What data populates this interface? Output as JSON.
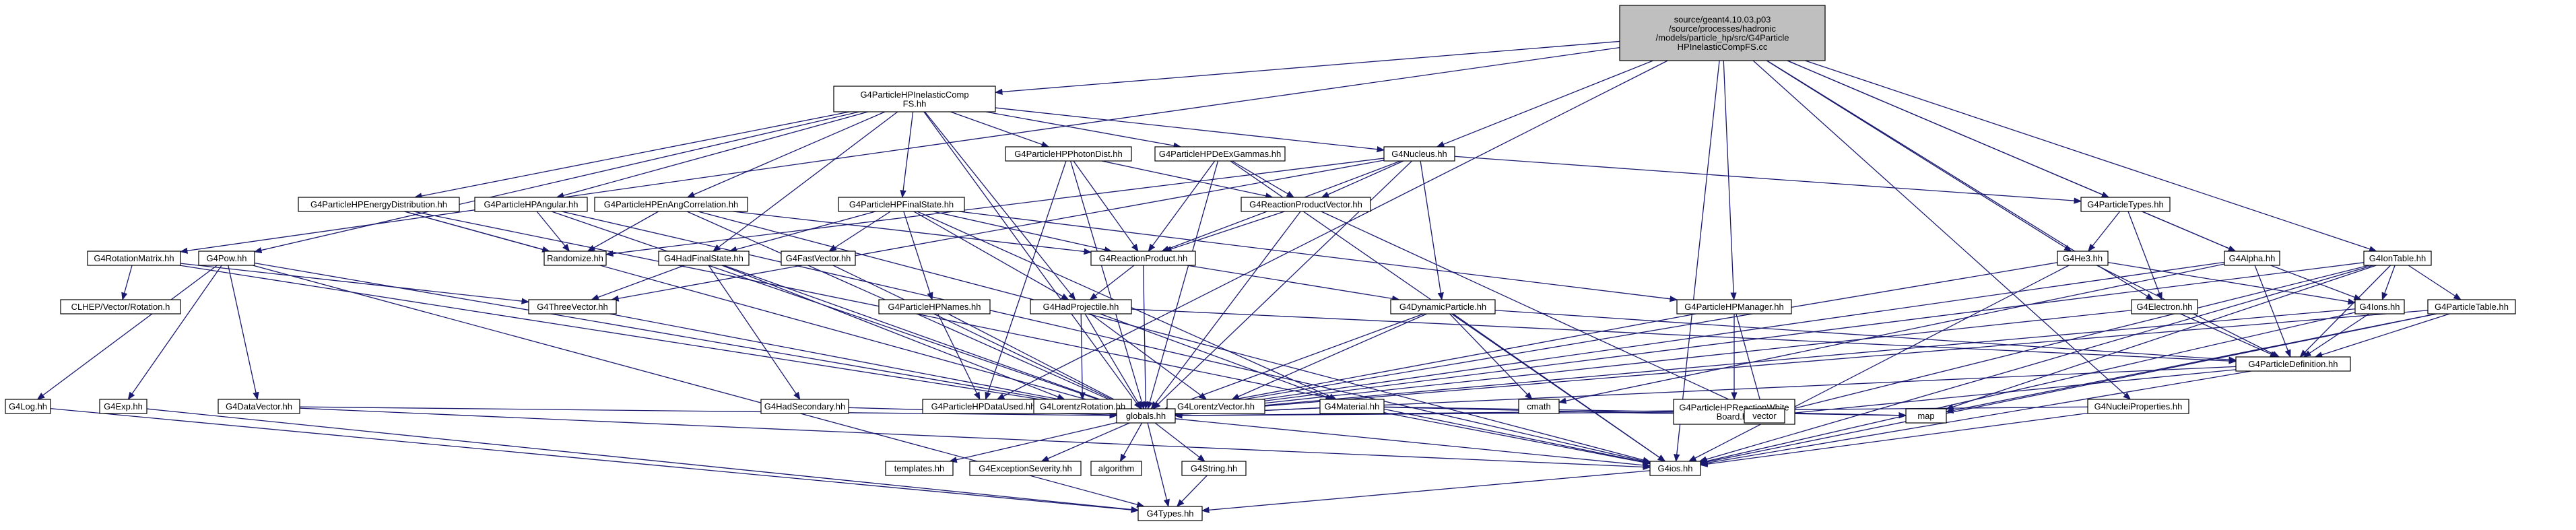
{
  "colors": {
    "background": "#ffffff",
    "root_fill": "#bfbfbf",
    "node_fill": "#ffffff",
    "border_black": "#000000",
    "border_red": "#ff0000",
    "text": "#000000",
    "edge": "#191970"
  },
  "nodes": [
    {
      "id": "root",
      "label": [
        "source/geant4.10.03.p03",
        "/source/processes/hadronic",
        "/models/particle_hp/src/G4Particle",
        "HPInelasticCompFS.cc"
      ],
      "style": "root"
    },
    {
      "id": "comp",
      "label": [
        "G4ParticleHPInelasticComp",
        "FS.hh"
      ],
      "style": "black"
    },
    {
      "id": "pow",
      "label": [
        "G4Pow.hh"
      ],
      "style": "black"
    },
    {
      "id": "rotmat",
      "label": [
        "G4RotationMatrix.hh"
      ],
      "style": "black"
    },
    {
      "id": "clhep",
      "label": [
        "CLHEP/Vector/Rotation.h"
      ],
      "style": "red"
    },
    {
      "id": "log",
      "label": [
        "G4Log.hh"
      ],
      "style": "red"
    },
    {
      "id": "exp",
      "label": [
        "G4Exp.hh"
      ],
      "style": "red"
    },
    {
      "id": "datavec",
      "label": [
        "G4DataVector.hh"
      ],
      "style": "red"
    },
    {
      "id": "energydist",
      "label": [
        "G4ParticleHPEnergyDistribution.hh"
      ],
      "style": "red"
    },
    {
      "id": "angular",
      "label": [
        "G4ParticleHPAngular.hh"
      ],
      "style": "red"
    },
    {
      "id": "enangcorr",
      "label": [
        "G4ParticleHPEnAngCorrelation.hh"
      ],
      "style": "red"
    },
    {
      "id": "randomize",
      "label": [
        "Randomize.hh"
      ],
      "style": "red"
    },
    {
      "id": "photondist",
      "label": [
        "G4ParticleHPPhotonDist.hh"
      ],
      "style": "red"
    },
    {
      "id": "deexg",
      "label": [
        "G4ParticleHPDeExGammas.hh"
      ],
      "style": "red"
    },
    {
      "id": "finalstate",
      "label": [
        "G4ParticleHPFinalState.hh"
      ],
      "style": "red"
    },
    {
      "id": "hadfs",
      "label": [
        "G4HadFinalState.hh"
      ],
      "style": "black"
    },
    {
      "id": "fastvec",
      "label": [
        "G4FastVector.hh"
      ],
      "style": "black"
    },
    {
      "id": "threevec",
      "label": [
        "G4ThreeVector.hh"
      ],
      "style": "red"
    },
    {
      "id": "hadsec",
      "label": [
        "G4HadSecondary.hh"
      ],
      "style": "black"
    },
    {
      "id": "hpnames",
      "label": [
        "G4ParticleHPNames.hh"
      ],
      "style": "red"
    },
    {
      "id": "nucleus",
      "label": [
        "G4Nucleus.hh"
      ],
      "style": "black"
    },
    {
      "id": "reactprodvec",
      "label": [
        "G4ReactionProductVector.hh"
      ],
      "style": "black"
    },
    {
      "id": "reactprod",
      "label": [
        "G4ReactionProduct.hh"
      ],
      "style": "red"
    },
    {
      "id": "hadproj",
      "label": [
        "G4HadProjectile.hh"
      ],
      "style": "black"
    },
    {
      "id": "dataused",
      "label": [
        "G4ParticleHPDataUsed.hh"
      ],
      "style": "black"
    },
    {
      "id": "lorrot",
      "label": [
        "G4LorentzRotation.hh"
      ],
      "style": "red"
    },
    {
      "id": "dynpart",
      "label": [
        "G4DynamicParticle.hh"
      ],
      "style": "red"
    },
    {
      "id": "lorvec",
      "label": [
        "G4LorentzVector.hh"
      ],
      "style": "red"
    },
    {
      "id": "material",
      "label": [
        "G4Material.hh"
      ],
      "style": "red"
    },
    {
      "id": "cmath",
      "label": [
        "cmath"
      ],
      "style": "none"
    },
    {
      "id": "hpmanager",
      "label": [
        "G4ParticleHPManager.hh"
      ],
      "style": "black"
    },
    {
      "id": "reactwhite",
      "label": [
        "G4ParticleHPReactionWhite",
        "Board.hh"
      ],
      "style": "black"
    },
    {
      "id": "ptypes",
      "label": [
        "G4ParticleTypes.hh"
      ],
      "style": "red"
    },
    {
      "id": "he3",
      "label": [
        "G4He3.hh"
      ],
      "style": "black"
    },
    {
      "id": "electron",
      "label": [
        "G4Electron.hh"
      ],
      "style": "black"
    },
    {
      "id": "alpha",
      "label": [
        "G4Alpha.hh"
      ],
      "style": "black"
    },
    {
      "id": "iontable",
      "label": [
        "G4IonTable.hh"
      ],
      "style": "black"
    },
    {
      "id": "ions",
      "label": [
        "G4Ions.hh"
      ],
      "style": "black"
    },
    {
      "id": "ptable",
      "label": [
        "G4ParticleTable.hh"
      ],
      "style": "red"
    },
    {
      "id": "pdef",
      "label": [
        "G4ParticleDefinition.hh"
      ],
      "style": "red"
    },
    {
      "id": "nuclprop",
      "label": [
        "G4NucleiProperties.hh"
      ],
      "style": "black"
    },
    {
      "id": "globals",
      "label": [
        "globals.hh"
      ],
      "style": "black"
    },
    {
      "id": "vector",
      "label": [
        "vector"
      ],
      "style": "none"
    },
    {
      "id": "map",
      "label": [
        "map"
      ],
      "style": "none"
    },
    {
      "id": "templates",
      "label": [
        "templates.hh"
      ],
      "style": "red"
    },
    {
      "id": "excsev",
      "label": [
        "G4ExceptionSeverity.hh"
      ],
      "style": "black"
    },
    {
      "id": "algorithm",
      "label": [
        "algorithm"
      ],
      "style": "none"
    },
    {
      "id": "g4string",
      "label": [
        "G4String.hh"
      ],
      "style": "red"
    },
    {
      "id": "g4ios",
      "label": [
        "G4ios.hh"
      ],
      "style": "red"
    },
    {
      "id": "g4types",
      "label": [
        "G4Types.hh"
      ],
      "style": "red"
    }
  ],
  "edges": [
    [
      "root",
      "comp"
    ],
    [
      "root",
      "rotmat"
    ],
    [
      "root",
      "nucleus"
    ],
    [
      "root",
      "hpmanager"
    ],
    [
      "root",
      "he3"
    ],
    [
      "root",
      "electron"
    ],
    [
      "root",
      "alpha"
    ],
    [
      "root",
      "iontable"
    ],
    [
      "root",
      "nuclprop"
    ],
    [
      "root",
      "ptypes"
    ],
    [
      "root",
      "dataused"
    ],
    [
      "root",
      "g4ios"
    ],
    [
      "comp",
      "pow"
    ],
    [
      "comp",
      "energydist"
    ],
    [
      "comp",
      "angular"
    ],
    [
      "comp",
      "enangcorr"
    ],
    [
      "comp",
      "photondist"
    ],
    [
      "comp",
      "deexg"
    ],
    [
      "comp",
      "finalstate"
    ],
    [
      "comp",
      "nucleus"
    ],
    [
      "comp",
      "hadfs"
    ],
    [
      "comp",
      "hadproj"
    ],
    [
      "comp",
      "globals"
    ],
    [
      "pow",
      "log"
    ],
    [
      "pow",
      "exp"
    ],
    [
      "pow",
      "datavec"
    ],
    [
      "pow",
      "globals"
    ],
    [
      "pow",
      "g4types"
    ],
    [
      "rotmat",
      "clhep"
    ],
    [
      "rotmat",
      "threevec"
    ],
    [
      "rotmat",
      "globals"
    ],
    [
      "log",
      "g4types"
    ],
    [
      "exp",
      "g4types"
    ],
    [
      "datavec",
      "globals"
    ],
    [
      "datavec",
      "g4ios"
    ],
    [
      "energydist",
      "randomize"
    ],
    [
      "energydist",
      "globals"
    ],
    [
      "energydist",
      "g4ios"
    ],
    [
      "angular",
      "randomize"
    ],
    [
      "angular",
      "globals"
    ],
    [
      "angular",
      "g4ios"
    ],
    [
      "enangcorr",
      "randomize"
    ],
    [
      "enangcorr",
      "reactprod"
    ],
    [
      "enangcorr",
      "globals"
    ],
    [
      "enangcorr",
      "g4ios"
    ],
    [
      "photondist",
      "reactprod"
    ],
    [
      "photondist",
      "reactprodvec"
    ],
    [
      "photondist",
      "globals"
    ],
    [
      "photondist",
      "dataused"
    ],
    [
      "deexg",
      "reactprod"
    ],
    [
      "deexg",
      "reactprodvec"
    ],
    [
      "deexg",
      "globals"
    ],
    [
      "deexg",
      "g4ios"
    ],
    [
      "finalstate",
      "hadfs"
    ],
    [
      "finalstate",
      "fastvec"
    ],
    [
      "finalstate",
      "hpnames"
    ],
    [
      "finalstate",
      "reactprod"
    ],
    [
      "finalstate",
      "hadproj"
    ],
    [
      "finalstate",
      "hpmanager"
    ],
    [
      "finalstate",
      "material"
    ],
    [
      "hadfs",
      "threevec"
    ],
    [
      "hadfs",
      "hadsec"
    ],
    [
      "hadfs",
      "lorrot"
    ],
    [
      "hadfs",
      "globals"
    ],
    [
      "fastvec",
      "globals"
    ],
    [
      "threevec",
      "globals"
    ],
    [
      "hadsec",
      "globals"
    ],
    [
      "hpnames",
      "dataused"
    ],
    [
      "hpnames",
      "globals"
    ],
    [
      "nucleus",
      "reactprodvec"
    ],
    [
      "nucleus",
      "reactprod"
    ],
    [
      "nucleus",
      "randomize"
    ],
    [
      "nucleus",
      "dynpart"
    ],
    [
      "nucleus",
      "threevec"
    ],
    [
      "nucleus",
      "globals"
    ],
    [
      "nucleus",
      "ptypes"
    ],
    [
      "reactprodvec",
      "reactprod"
    ],
    [
      "reactprodvec",
      "globals"
    ],
    [
      "reactprodvec",
      "vector"
    ],
    [
      "reactprod",
      "dynpart"
    ],
    [
      "reactprod",
      "hadproj"
    ],
    [
      "reactprod",
      "globals"
    ],
    [
      "hadproj",
      "lorrot"
    ],
    [
      "hadproj",
      "lorvec"
    ],
    [
      "hadproj",
      "material"
    ],
    [
      "hadproj",
      "globals"
    ],
    [
      "hadproj",
      "pdef"
    ],
    [
      "dataused",
      "globals"
    ],
    [
      "lorrot",
      "globals"
    ],
    [
      "lorvec",
      "globals"
    ],
    [
      "dynpart",
      "lorvec"
    ],
    [
      "dynpart",
      "cmath"
    ],
    [
      "dynpart",
      "globals"
    ],
    [
      "dynpart",
      "g4ios"
    ],
    [
      "dynpart",
      "pdef"
    ],
    [
      "material",
      "globals"
    ],
    [
      "material",
      "vector"
    ],
    [
      "material",
      "map"
    ],
    [
      "material",
      "g4ios"
    ],
    [
      "hpmanager",
      "reactwhite"
    ],
    [
      "hpmanager",
      "globals"
    ],
    [
      "hpmanager",
      "vector"
    ],
    [
      "reactwhite",
      "globals"
    ],
    [
      "reactwhite",
      "map"
    ],
    [
      "ptypes",
      "he3"
    ],
    [
      "ptypes",
      "alpha"
    ],
    [
      "ptypes",
      "electron"
    ],
    [
      "he3",
      "ions"
    ],
    [
      "he3",
      "pdef"
    ],
    [
      "he3",
      "globals"
    ],
    [
      "he3",
      "g4ios"
    ],
    [
      "electron",
      "pdef"
    ],
    [
      "electron",
      "globals"
    ],
    [
      "alpha",
      "ions"
    ],
    [
      "alpha",
      "pdef"
    ],
    [
      "alpha",
      "globals"
    ],
    [
      "alpha",
      "cmath"
    ],
    [
      "iontable",
      "ions"
    ],
    [
      "iontable",
      "ptable"
    ],
    [
      "iontable",
      "pdef"
    ],
    [
      "iontable",
      "globals"
    ],
    [
      "iontable",
      "g4ios"
    ],
    [
      "iontable",
      "vector"
    ],
    [
      "iontable",
      "map"
    ],
    [
      "ions",
      "pdef"
    ],
    [
      "ions",
      "globals"
    ],
    [
      "ions",
      "g4ios"
    ],
    [
      "ptable",
      "pdef"
    ],
    [
      "ptable",
      "globals"
    ],
    [
      "ptable",
      "g4ios"
    ],
    [
      "ptable",
      "map"
    ],
    [
      "pdef",
      "globals"
    ],
    [
      "pdef",
      "g4ios"
    ],
    [
      "pdef",
      "vector"
    ],
    [
      "nuclprop",
      "globals"
    ],
    [
      "nuclprop",
      "g4ios"
    ],
    [
      "globals",
      "templates"
    ],
    [
      "globals",
      "excsev"
    ],
    [
      "globals",
      "algorithm"
    ],
    [
      "globals",
      "g4string"
    ],
    [
      "globals",
      "g4ios"
    ],
    [
      "globals",
      "g4types"
    ],
    [
      "g4string",
      "g4types"
    ],
    [
      "g4ios",
      "g4types"
    ]
  ]
}
